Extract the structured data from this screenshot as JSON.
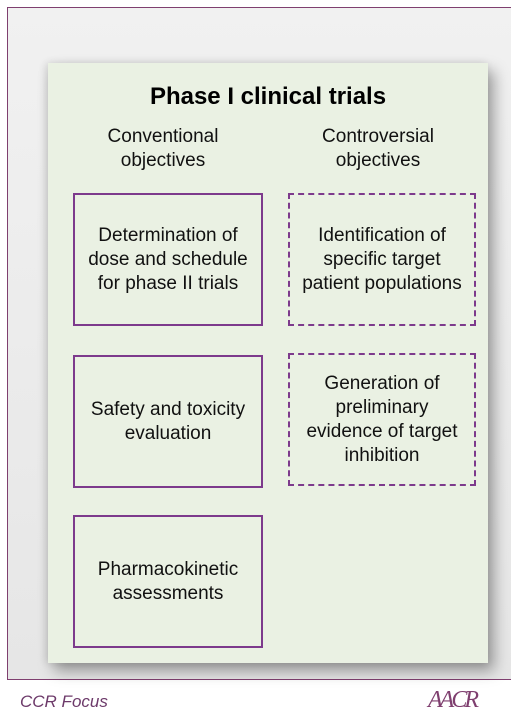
{
  "figure": {
    "title": "Phase I clinical trials",
    "columns": [
      {
        "heading": "Conventional objectives",
        "boxes": [
          "Determination of dose and schedule for phase II trials",
          "Safety and toxicity evaluation",
          "Pharmacokinetic assessments"
        ]
      },
      {
        "heading": "Controversial objectives",
        "boxes": [
          "Identification of specific target patient populations",
          "Generation of preliminary evidence of target inhibition"
        ]
      }
    ],
    "colors": {
      "box_border": "#7d3a8c",
      "card_background": "#eaf1e3",
      "frame_border": "#7f3f6f"
    }
  },
  "footer": {
    "journal": "CCR Focus",
    "logo_text": "AACR"
  }
}
